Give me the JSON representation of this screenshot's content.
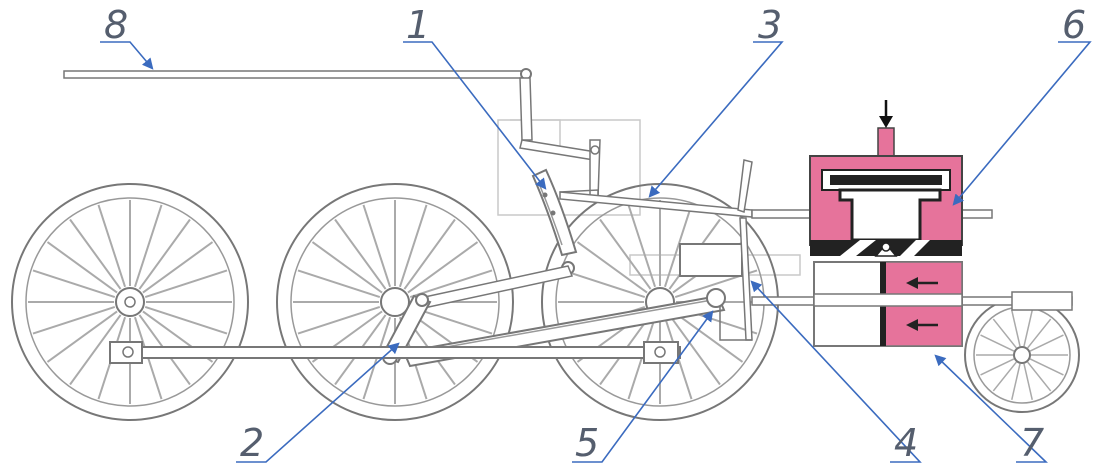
{
  "labels": {
    "l1": "1",
    "l2": "2",
    "l3": "3",
    "l4": "4",
    "l5": "5",
    "l6": "6",
    "l7": "7",
    "l8": "8"
  },
  "colors": {
    "outline": "#777777",
    "light_outline": "#aaaaaa",
    "steam": "#e6739b",
    "pointer": "#3b6bbf",
    "label_text": "#555e6e"
  },
  "icons": {
    "steam_inlet": "arrow-down-icon",
    "piston_push": "arrow-left-icon"
  }
}
